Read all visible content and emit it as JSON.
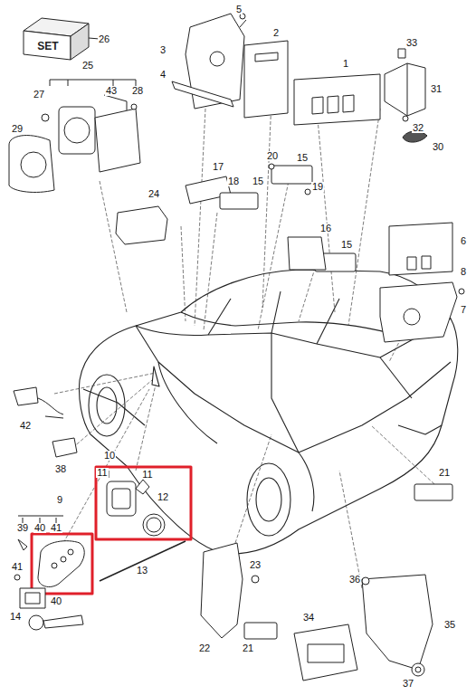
{
  "diagram": {
    "nodes": [
      {
        "text": [
          "SET"
        ]
      }
    ],
    "labels": [
      "26",
      "5",
      "3",
      "4",
      "2",
      "1",
      "33",
      "31",
      "32",
      "30",
      "25",
      "27",
      "43",
      "28",
      "29",
      "24",
      "17",
      "18",
      "15",
      "20",
      "15",
      "19",
      "16",
      "15",
      "6",
      "8",
      "7",
      "42",
      "38",
      "10",
      "11",
      "11",
      "12",
      "9",
      "39",
      "40",
      "41",
      "41",
      "40",
      "13",
      "14",
      "21",
      "23",
      "22",
      "21",
      "36",
      "34",
      "35",
      "37"
    ]
  }
}
